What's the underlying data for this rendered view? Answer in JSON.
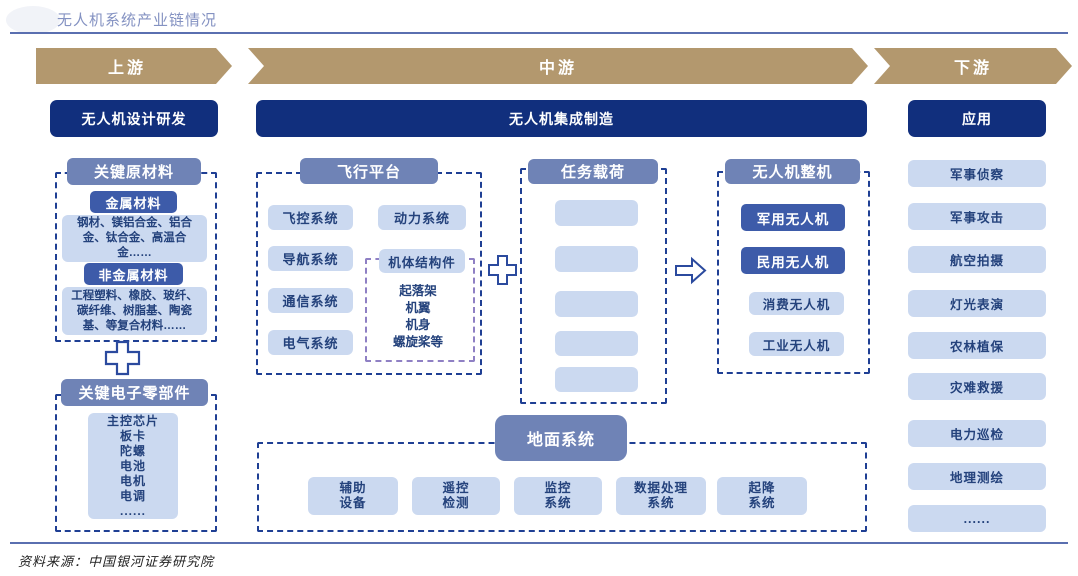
{
  "page": {
    "title": "无人机系统产业链情况",
    "source": "资料来源：中国银河证券研究院"
  },
  "stages": {
    "upstream": "上游",
    "midstream": "中游",
    "downstream": "下游"
  },
  "bands": {
    "design": "无人机设计研发",
    "manufacture": "无人机集成制造",
    "application": "应用"
  },
  "raw_materials": {
    "title": "关键原材料",
    "metal_title": "金属材料",
    "metal_items": "钢材、镁铝合金、铝合金、钛合金、高温合金……",
    "nonmetal_title": "非金属材料",
    "nonmetal_items": "工程塑料、橡胶、玻纤、碳纤维、树脂基、陶瓷基、等复合材料……"
  },
  "electronics": {
    "title": "关键电子零部件",
    "items": [
      "主控芯片",
      "板卡",
      "陀螺",
      "电池",
      "电机",
      "电调",
      "......"
    ]
  },
  "flight_platform": {
    "title": "飞行平台",
    "left_items": [
      "飞控系统",
      "导航系统",
      "通信系统",
      "电气系统"
    ],
    "power": "动力系统",
    "structure_title": "机体结构件",
    "structure_items": [
      "起落架",
      "机翼",
      "机身",
      "螺旋桨等"
    ]
  },
  "payload": {
    "title": "任务载荷",
    "empty_count": 5
  },
  "complete_uav": {
    "title": "无人机整机",
    "highlight_items": [
      "军用无人机",
      "民用无人机"
    ],
    "normal_items": [
      "消费无人机",
      "工业无人机"
    ]
  },
  "ground_system": {
    "title": "地面系统",
    "items": [
      [
        "辅助",
        "设备"
      ],
      [
        "遥控",
        "检测"
      ],
      [
        "监控",
        "系统"
      ],
      [
        "数据处理",
        "系统"
      ],
      [
        "起降",
        "系统"
      ]
    ]
  },
  "applications": {
    "title": "应用",
    "items": [
      "军事侦察",
      "军事攻击",
      "航空拍摄",
      "灯光表演",
      "农林植保",
      "灾难救援",
      "电力巡检",
      "地理测绘",
      "......"
    ]
  },
  "colors": {
    "stage_arrow": "#b3986e",
    "navy_band": "#112f7d",
    "slate_header": "#6f83b6",
    "mid_blue": "#3d5ba9",
    "light_blue": "#cbd9f0",
    "dash_navy": "#1f3f94",
    "dash_purple": "#8f80c4",
    "title_text": "#8492c2",
    "rule_line": "#5a6fb0"
  }
}
